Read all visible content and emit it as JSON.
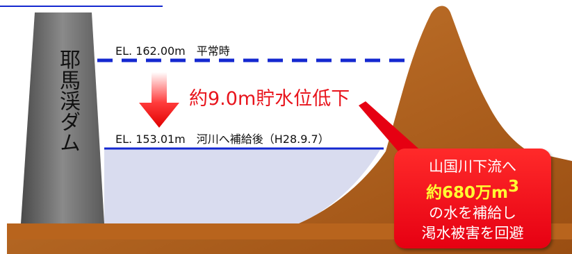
{
  "dam": {
    "name": "耶馬渓ダム"
  },
  "normal_level": {
    "label": "EL. 162.00m　平常時",
    "color": "#1428d0"
  },
  "current_level": {
    "label": "EL. 153.01m　河川へ補給後（H28.9.7）",
    "color": "#1428d0"
  },
  "drop": {
    "text": "約9.0m貯水位低下",
    "color": "#e8141c"
  },
  "callout": {
    "line1": "山国川下流へ",
    "amount": "約680万m",
    "amount_sup": "3",
    "line3": "の水を補給し",
    "line4": "渇水被害を回避"
  },
  "colors": {
    "water": "#d9dcef",
    "dam": "#7a7a7a",
    "terrain": "#b8641d",
    "callout": "#e60012",
    "highlight": "#ffff33"
  }
}
